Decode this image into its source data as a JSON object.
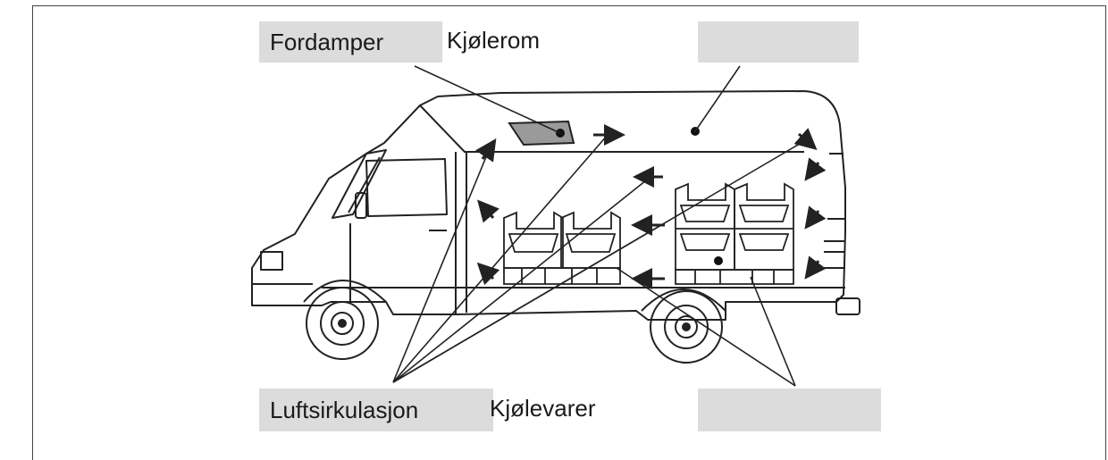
{
  "labels": {
    "evaporator": "Fordamper",
    "cold_room": "Kjølerom",
    "air_circulation": "Luftsirkulasjon",
    "cold_goods": "Kjølevarer",
    "blank_top": "",
    "blank_bottom": ""
  },
  "colors": {
    "box_fill": "#dcdcdc",
    "line": "#222222"
  },
  "icons": [
    "van-illustration",
    "airflow-arrow-icon",
    "evaporator-unit-icon"
  ]
}
